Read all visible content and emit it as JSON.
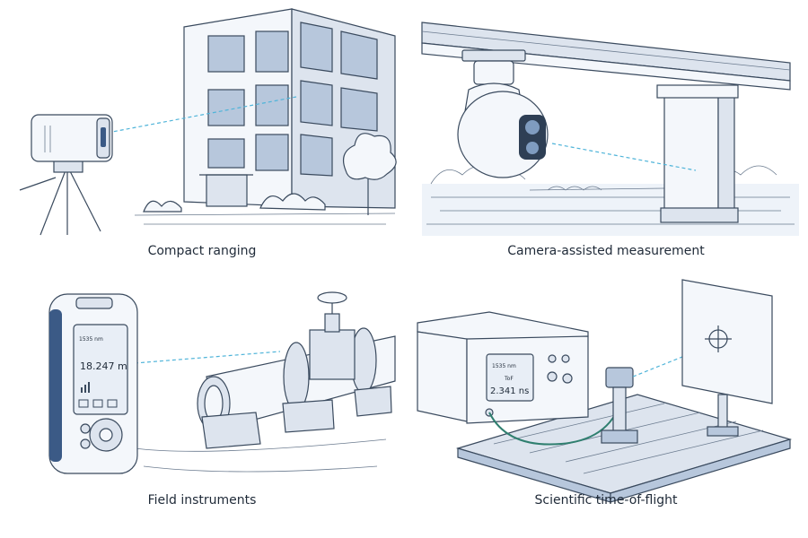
{
  "panels": {
    "p1": {
      "caption": "Compact ranging"
    },
    "p2": {
      "caption": "Camera-assisted measurement"
    },
    "p3": {
      "caption": "Field instruments",
      "device": {
        "wavelength": "1535 nm",
        "reading": "18.247 m"
      }
    },
    "p4": {
      "caption": "Scientific time-of-flight",
      "device": {
        "wavelength": "1535 nm",
        "mode": "ToF",
        "reading": "2.341 ns"
      }
    }
  },
  "colors": {
    "laser_beam": "#4fb4d9",
    "line_art": "#3a4a5e",
    "accent_device": "#3b5a86",
    "cable": "#2f7f6f"
  }
}
